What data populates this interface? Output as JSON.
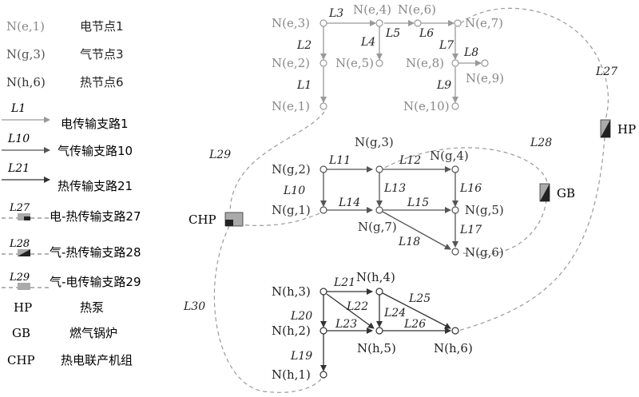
{
  "legend": {
    "node_elec": {
      "name": "N(e,1)",
      "desc": "电节点1"
    },
    "node_gas": {
      "name": "N(g,3)",
      "desc": "气节点3"
    },
    "node_heat": {
      "name": "N(h,6)",
      "desc": "热节点6"
    },
    "branch_elec": {
      "label": "L1",
      "desc": "电传输支路1"
    },
    "branch_gas": {
      "label": "L10",
      "desc": "气传输支路10"
    },
    "branch_heat": {
      "label": "L21",
      "desc": "热传输支路21"
    },
    "branch_eh": {
      "label": "L27",
      "desc": "电-热传输支路27"
    },
    "branch_gh": {
      "label": "L28",
      "desc": "气-热传输支路28"
    },
    "branch_ge": {
      "label": "L29",
      "desc": "气-电传输支路29"
    },
    "hp": {
      "abbr": "HP",
      "desc": "热泵"
    },
    "gb": {
      "abbr": "GB",
      "desc": "燃气锅炉"
    },
    "chp": {
      "abbr": "CHP",
      "desc": "热电联产机组"
    }
  },
  "nodes": {
    "e1": "N(e,1)",
    "e2": "N(e,2)",
    "e3": "N(e,3)",
    "e4": "N(e,4)",
    "e5": "N(e,5)",
    "e6": "N(e,6)",
    "e7": "N(e,7)",
    "e8": "N(e,8)",
    "e9": "N(e,9)",
    "e10": "N(e,10)",
    "g1": "N(g,1)",
    "g2": "N(g,2)",
    "g3": "N(g,3)",
    "g4": "N(g,4)",
    "g5": "N(g,5)",
    "g6": "N(g,6)",
    "g7": "N(g,7)",
    "h1": "N(h,1)",
    "h2": "N(h,2)",
    "h3": "N(h,3)",
    "h4": "N(h,4)",
    "h5": "N(h,5)",
    "h6": "N(h,6)"
  },
  "branches": {
    "L1": "L1",
    "L2": "L2",
    "L3": "L3",
    "L4": "L4",
    "L5": "L5",
    "L6": "L6",
    "L7": "L7",
    "L8": "L8",
    "L9": "L9",
    "L10": "L10",
    "L11": "L11",
    "L12": "L12",
    "L13": "L13",
    "L14": "L14",
    "L15": "L15",
    "L16": "L16",
    "L17": "L17",
    "L18": "L18",
    "L19": "L19",
    "L20": "L20",
    "L21": "L21",
    "L22": "L22",
    "L23": "L23",
    "L24": "L24",
    "L25": "L25",
    "L26": "L26",
    "L27": "L27",
    "L28": "L28",
    "L29": "L29",
    "L30": "L30"
  },
  "devices": {
    "hp": "HP",
    "gb": "GB",
    "chp": "CHP"
  },
  "colors": {
    "elec": "#999999",
    "gas": "#555555",
    "heat": "#333333",
    "coupling": "#888888"
  }
}
